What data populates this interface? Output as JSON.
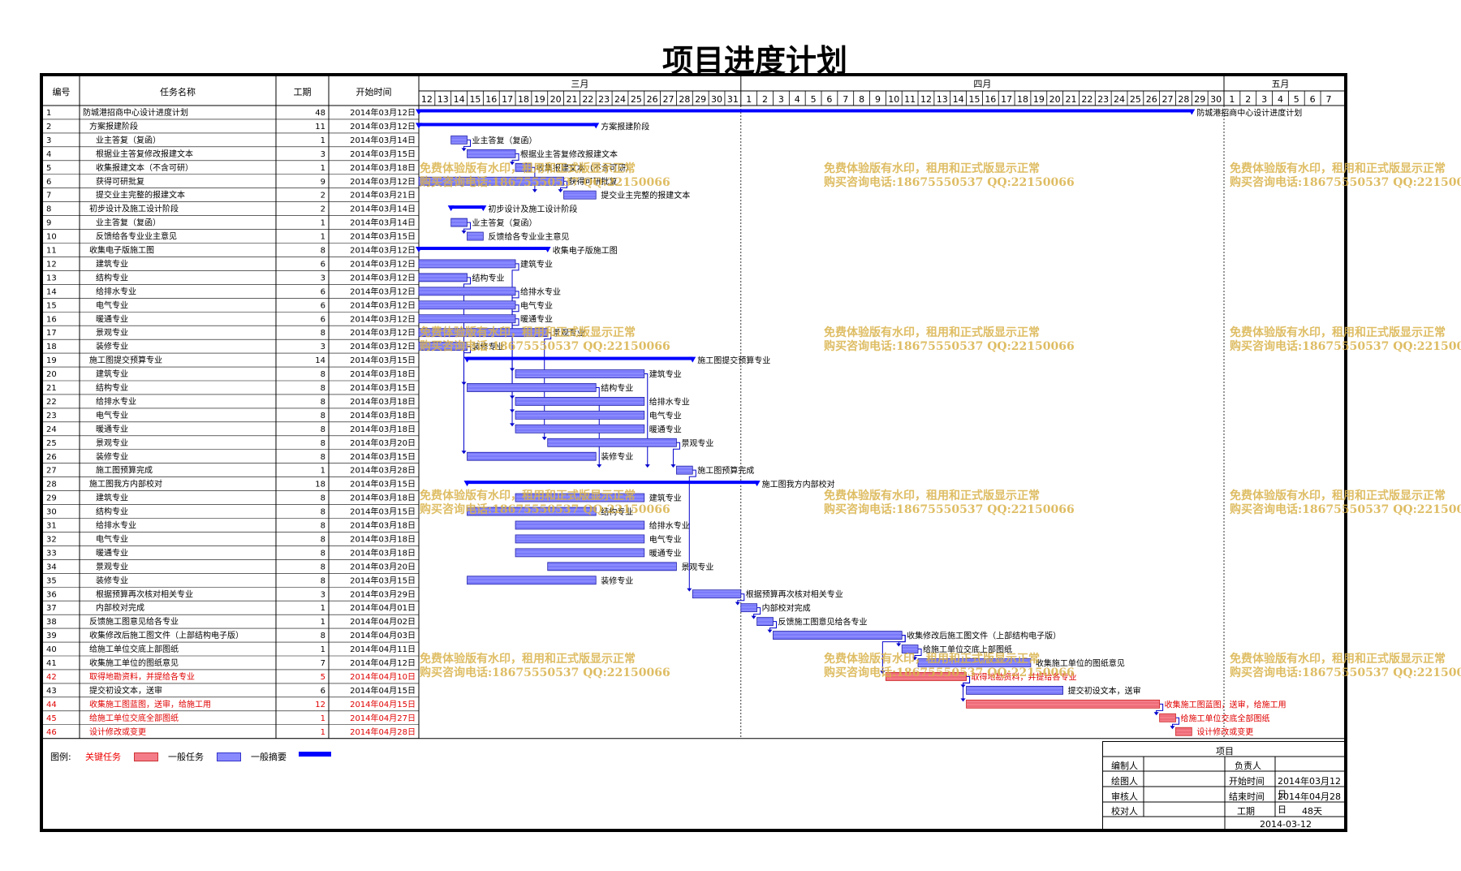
{
  "title": "项目进度计划",
  "table": {
    "headers": {
      "id": "编号",
      "name": "任务名称",
      "duration": "工期",
      "start": "开始时间"
    },
    "rows": [
      {
        "id": "1",
        "name": "防城港招商中心设计进度计划",
        "dur": "48",
        "start": "2014年03月12日",
        "indent": 0,
        "type": "summary"
      },
      {
        "id": "2",
        "name": "方案报建阶段",
        "dur": "11",
        "start": "2014年03月12日",
        "indent": 1,
        "type": "summary"
      },
      {
        "id": "3",
        "name": "业主答复（复函）",
        "dur": "1",
        "start": "2014年03月14日",
        "indent": 2,
        "type": "normal"
      },
      {
        "id": "4",
        "name": "根据业主答复修改报建文本",
        "dur": "3",
        "start": "2014年03月15日",
        "indent": 2,
        "type": "normal"
      },
      {
        "id": "5",
        "name": "收集报建文本（不含可研）",
        "dur": "1",
        "start": "2014年03月18日",
        "indent": 2,
        "type": "normal"
      },
      {
        "id": "6",
        "name": "获得可研批复",
        "dur": "9",
        "start": "2014年03月12日",
        "indent": 2,
        "type": "normal"
      },
      {
        "id": "7",
        "name": "提交业主完整的报建文本",
        "dur": "2",
        "start": "2014年03月21日",
        "indent": 2,
        "type": "normal"
      },
      {
        "id": "8",
        "name": "初步设计及施工设计阶段",
        "dur": "2",
        "start": "2014年03月14日",
        "indent": 1,
        "type": "summary"
      },
      {
        "id": "9",
        "name": "业主答复（复函）",
        "dur": "1",
        "start": "2014年03月14日",
        "indent": 2,
        "type": "normal"
      },
      {
        "id": "10",
        "name": "反馈给各专业业主意见",
        "dur": "1",
        "start": "2014年03月15日",
        "indent": 2,
        "type": "normal"
      },
      {
        "id": "11",
        "name": "收集电子版施工图",
        "dur": "8",
        "start": "2014年03月12日",
        "indent": 1,
        "type": "summary"
      },
      {
        "id": "12",
        "name": "建筑专业",
        "dur": "6",
        "start": "2014年03月12日",
        "indent": 2,
        "type": "normal"
      },
      {
        "id": "13",
        "name": "结构专业",
        "dur": "3",
        "start": "2014年03月12日",
        "indent": 2,
        "type": "normal"
      },
      {
        "id": "14",
        "name": "给排水专业",
        "dur": "6",
        "start": "2014年03月12日",
        "indent": 2,
        "type": "normal"
      },
      {
        "id": "15",
        "name": "电气专业",
        "dur": "6",
        "start": "2014年03月12日",
        "indent": 2,
        "type": "normal"
      },
      {
        "id": "16",
        "name": "暖通专业",
        "dur": "6",
        "start": "2014年03月12日",
        "indent": 2,
        "type": "normal"
      },
      {
        "id": "17",
        "name": "景观专业",
        "dur": "8",
        "start": "2014年03月12日",
        "indent": 2,
        "type": "normal"
      },
      {
        "id": "18",
        "name": "装修专业",
        "dur": "3",
        "start": "2014年03月12日",
        "indent": 2,
        "type": "normal"
      },
      {
        "id": "19",
        "name": "施工图提交预算专业",
        "dur": "14",
        "start": "2014年03月15日",
        "indent": 1,
        "type": "summary"
      },
      {
        "id": "20",
        "name": "建筑专业",
        "dur": "8",
        "start": "2014年03月18日",
        "indent": 2,
        "type": "normal"
      },
      {
        "id": "21",
        "name": "结构专业",
        "dur": "8",
        "start": "2014年03月15日",
        "indent": 2,
        "type": "normal"
      },
      {
        "id": "22",
        "name": "给排水专业",
        "dur": "8",
        "start": "2014年03月18日",
        "indent": 2,
        "type": "normal"
      },
      {
        "id": "23",
        "name": "电气专业",
        "dur": "8",
        "start": "2014年03月18日",
        "indent": 2,
        "type": "normal"
      },
      {
        "id": "24",
        "name": "暖通专业",
        "dur": "8",
        "start": "2014年03月18日",
        "indent": 2,
        "type": "normal"
      },
      {
        "id": "25",
        "name": "景观专业",
        "dur": "8",
        "start": "2014年03月20日",
        "indent": 2,
        "type": "normal"
      },
      {
        "id": "26",
        "name": "装修专业",
        "dur": "8",
        "start": "2014年03月15日",
        "indent": 2,
        "type": "normal"
      },
      {
        "id": "27",
        "name": "施工图预算完成",
        "dur": "1",
        "start": "2014年03月28日",
        "indent": 2,
        "type": "normal"
      },
      {
        "id": "28",
        "name": "施工图我方内部校对",
        "dur": "18",
        "start": "2014年03月15日",
        "indent": 1,
        "type": "summary"
      },
      {
        "id": "29",
        "name": "建筑专业",
        "dur": "8",
        "start": "2014年03月18日",
        "indent": 2,
        "type": "normal"
      },
      {
        "id": "30",
        "name": "结构专业",
        "dur": "8",
        "start": "2014年03月15日",
        "indent": 2,
        "type": "normal"
      },
      {
        "id": "31",
        "name": "给排水专业",
        "dur": "8",
        "start": "2014年03月18日",
        "indent": 2,
        "type": "normal"
      },
      {
        "id": "32",
        "name": "电气专业",
        "dur": "8",
        "start": "2014年03月18日",
        "indent": 2,
        "type": "normal"
      },
      {
        "id": "33",
        "name": "暖通专业",
        "dur": "8",
        "start": "2014年03月18日",
        "indent": 2,
        "type": "normal"
      },
      {
        "id": "34",
        "name": "景观专业",
        "dur": "8",
        "start": "2014年03月20日",
        "indent": 2,
        "type": "normal"
      },
      {
        "id": "35",
        "name": "装修专业",
        "dur": "8",
        "start": "2014年03月15日",
        "indent": 2,
        "type": "normal"
      },
      {
        "id": "36",
        "name": "根据预算再次核对相关专业",
        "dur": "3",
        "start": "2014年03月29日",
        "indent": 2,
        "type": "normal"
      },
      {
        "id": "37",
        "name": "内部校对完成",
        "dur": "1",
        "start": "2014年04月01日",
        "indent": 2,
        "type": "normal"
      },
      {
        "id": "38",
        "name": "反馈施工图意见给各专业",
        "dur": "1",
        "start": "2014年04月02日",
        "indent": 1,
        "type": "normal"
      },
      {
        "id": "39",
        "name": "收集修改后施工图文件（上部结构电子版）",
        "dur": "8",
        "start": "2014年04月03日",
        "indent": 1,
        "type": "normal"
      },
      {
        "id": "40",
        "name": "给施工单位交底上部图纸",
        "dur": "1",
        "start": "2014年04月11日",
        "indent": 1,
        "type": "normal"
      },
      {
        "id": "41",
        "name": "收集施工单位的图纸意见",
        "dur": "7",
        "start": "2014年04月12日",
        "indent": 1,
        "type": "normal"
      },
      {
        "id": "42",
        "name": "取得地勘资料，并提给各专业",
        "dur": "5",
        "start": "2014年04月10日",
        "indent": 1,
        "type": "critical"
      },
      {
        "id": "43",
        "name": "提交初设文本，送审",
        "dur": "6",
        "start": "2014年04月15日",
        "indent": 1,
        "type": "normal"
      },
      {
        "id": "44",
        "name": "收集施工图蓝图，送审，给施工用",
        "dur": "12",
        "start": "2014年04月15日",
        "indent": 1,
        "type": "critical"
      },
      {
        "id": "45",
        "name": "给施工单位交底全部图纸",
        "dur": "1",
        "start": "2014年04月27日",
        "indent": 1,
        "type": "critical"
      },
      {
        "id": "46",
        "name": "设计修改或变更",
        "dur": "1",
        "start": "2014年04月28日",
        "indent": 1,
        "type": "critical"
      }
    ]
  },
  "timeline": {
    "months": [
      {
        "label": "三月",
        "days": [
          "12",
          "13",
          "14",
          "15",
          "16",
          "17",
          "18",
          "19",
          "20",
          "21",
          "22",
          "23",
          "24",
          "25",
          "26",
          "27",
          "28",
          "29",
          "30",
          "31"
        ]
      },
      {
        "label": "四月",
        "days": [
          "1",
          "2",
          "3",
          "4",
          "5",
          "6",
          "7",
          "8",
          "9",
          "10",
          "11",
          "12",
          "13",
          "14",
          "15",
          "16",
          "17",
          "18",
          "19",
          "20",
          "21",
          "22",
          "23",
          "24",
          "25",
          "26",
          "27",
          "28",
          "29",
          "30"
        ]
      },
      {
        "label": "五月",
        "days": [
          "1",
          "2",
          "3",
          "4",
          "5",
          "6",
          "7"
        ]
      }
    ]
  },
  "chart_data": {
    "type": "table",
    "tasks": [
      {
        "id": 1,
        "label": "防城港招商中心设计进度计划",
        "start": "2014-03-12",
        "end": "2014-04-28",
        "type": "summary"
      },
      {
        "id": 2,
        "label": "方案报建阶段",
        "start": "2014-03-12",
        "end": "2014-03-22",
        "type": "summary"
      },
      {
        "id": 3,
        "label": "业主答复（复函）",
        "start": "2014-03-14",
        "end": "2014-03-14",
        "type": "normal"
      },
      {
        "id": 4,
        "label": "根据业主答复修改报建文本",
        "start": "2014-03-15",
        "end": "2014-03-17",
        "type": "normal"
      },
      {
        "id": 5,
        "label": "收集报建文本（不含可研）",
        "start": "2014-03-18",
        "end": "2014-03-18",
        "type": "normal"
      },
      {
        "id": 6,
        "label": "获得可研批复",
        "start": "2014-03-12",
        "end": "2014-03-20",
        "type": "normal"
      },
      {
        "id": 7,
        "label": "提交业主完整的报建文本",
        "start": "2014-03-21",
        "end": "2014-03-22",
        "type": "normal"
      },
      {
        "id": 8,
        "label": "初步设计及施工设计阶段",
        "start": "2014-03-14",
        "end": "2014-03-15",
        "type": "summary"
      },
      {
        "id": 9,
        "label": "业主答复（复函）",
        "start": "2014-03-14",
        "end": "2014-03-14",
        "type": "normal"
      },
      {
        "id": 10,
        "label": "反馈给各专业业主意见",
        "start": "2014-03-15",
        "end": "2014-03-15",
        "type": "normal"
      },
      {
        "id": 11,
        "label": "收集电子版施工图",
        "start": "2014-03-12",
        "end": "2014-03-19",
        "type": "summary"
      },
      {
        "id": 12,
        "label": "建筑专业",
        "start": "2014-03-12",
        "end": "2014-03-17",
        "type": "normal"
      },
      {
        "id": 13,
        "label": "结构专业",
        "start": "2014-03-12",
        "end": "2014-03-14",
        "type": "normal"
      },
      {
        "id": 14,
        "label": "给排水专业",
        "start": "2014-03-12",
        "end": "2014-03-17",
        "type": "normal"
      },
      {
        "id": 15,
        "label": "电气专业",
        "start": "2014-03-12",
        "end": "2014-03-17",
        "type": "normal"
      },
      {
        "id": 16,
        "label": "暖通专业",
        "start": "2014-03-12",
        "end": "2014-03-17",
        "type": "normal"
      },
      {
        "id": 17,
        "label": "景观专业",
        "start": "2014-03-12",
        "end": "2014-03-19",
        "type": "normal"
      },
      {
        "id": 18,
        "label": "装修专业",
        "start": "2014-03-12",
        "end": "2014-03-14",
        "type": "normal"
      },
      {
        "id": 19,
        "label": "施工图提交预算专业",
        "start": "2014-03-15",
        "end": "2014-03-28",
        "type": "summary"
      },
      {
        "id": 20,
        "label": "建筑专业",
        "start": "2014-03-18",
        "end": "2014-03-25",
        "type": "normal"
      },
      {
        "id": 21,
        "label": "结构专业",
        "start": "2014-03-15",
        "end": "2014-03-22",
        "type": "normal"
      },
      {
        "id": 22,
        "label": "给排水专业",
        "start": "2014-03-18",
        "end": "2014-03-25",
        "type": "normal"
      },
      {
        "id": 23,
        "label": "电气专业",
        "start": "2014-03-18",
        "end": "2014-03-25",
        "type": "normal"
      },
      {
        "id": 24,
        "label": "暖通专业",
        "start": "2014-03-18",
        "end": "2014-03-25",
        "type": "normal"
      },
      {
        "id": 25,
        "label": "景观专业",
        "start": "2014-03-20",
        "end": "2014-03-27",
        "type": "normal"
      },
      {
        "id": 26,
        "label": "装修专业",
        "start": "2014-03-15",
        "end": "2014-03-22",
        "type": "normal"
      },
      {
        "id": 27,
        "label": "施工图预算完成",
        "start": "2014-03-28",
        "end": "2014-03-28",
        "type": "normal"
      },
      {
        "id": 28,
        "label": "施工图我方内部校对",
        "start": "2014-03-15",
        "end": "2014-04-01",
        "type": "summary"
      },
      {
        "id": 29,
        "label": "建筑专业",
        "start": "2014-03-18",
        "end": "2014-03-25",
        "type": "normal"
      },
      {
        "id": 30,
        "label": "结构专业",
        "start": "2014-03-15",
        "end": "2014-03-22",
        "type": "normal"
      },
      {
        "id": 31,
        "label": "给排水专业",
        "start": "2014-03-18",
        "end": "2014-03-25",
        "type": "normal"
      },
      {
        "id": 32,
        "label": "电气专业",
        "start": "2014-03-18",
        "end": "2014-03-25",
        "type": "normal"
      },
      {
        "id": 33,
        "label": "暖通专业",
        "start": "2014-03-18",
        "end": "2014-03-25",
        "type": "normal"
      },
      {
        "id": 34,
        "label": "景观专业",
        "start": "2014-03-20",
        "end": "2014-03-27",
        "type": "normal"
      },
      {
        "id": 35,
        "label": "装修专业",
        "start": "2014-03-15",
        "end": "2014-03-22",
        "type": "normal"
      },
      {
        "id": 36,
        "label": "根据预算再次核对相关专业",
        "start": "2014-03-29",
        "end": "2014-03-31",
        "type": "normal"
      },
      {
        "id": 37,
        "label": "内部校对完成",
        "start": "2014-04-01",
        "end": "2014-04-01",
        "type": "normal"
      },
      {
        "id": 38,
        "label": "反馈施工图意见给各专业",
        "start": "2014-04-02",
        "end": "2014-04-02",
        "type": "normal"
      },
      {
        "id": 39,
        "label": "收集修改后施工图文件（上部结构电子版）",
        "start": "2014-04-03",
        "end": "2014-04-10",
        "type": "normal"
      },
      {
        "id": 40,
        "label": "给施工单位交底上部图纸",
        "start": "2014-04-11",
        "end": "2014-04-11",
        "type": "normal"
      },
      {
        "id": 41,
        "label": "收集施工单位的图纸意见",
        "start": "2014-04-12",
        "end": "2014-04-18",
        "type": "normal"
      },
      {
        "id": 42,
        "label": "取得地勘资料，并提给各专业",
        "start": "2014-04-10",
        "end": "2014-04-14",
        "type": "critical"
      },
      {
        "id": 43,
        "label": "提交初设文本，送审",
        "start": "2014-04-15",
        "end": "2014-04-20",
        "type": "normal"
      },
      {
        "id": 44,
        "label": "收集施工图蓝图，送审，给施工用",
        "start": "2014-04-15",
        "end": "2014-04-26",
        "type": "critical"
      },
      {
        "id": 45,
        "label": "给施工单位交底全部图纸",
        "start": "2014-04-27",
        "end": "2014-04-27",
        "type": "critical"
      },
      {
        "id": 46,
        "label": "设计修改或变更",
        "start": "2014-04-28",
        "end": "2014-04-28",
        "type": "critical"
      }
    ],
    "chart_labels": {
      "5": "收集报建文本（不含可研）",
      "18": "装修专业",
      "37": "内部校对完成",
      "39": "收集修改后施工图文件（上部结构电子版）",
      "40": "给施工单位交底上部图纸"
    },
    "colors": {
      "critical": "#f26d7d",
      "normal": "#8080ff",
      "summary": "#0000ff",
      "link": "#0000cc"
    }
  },
  "legend": {
    "prefix": "图例:",
    "critical": "关键任务",
    "normal": "一般任务",
    "summary": "一般摘要"
  },
  "info": {
    "project_label": "项目",
    "editor": "编制人",
    "owner": "负责人",
    "drawer": "绘图人",
    "start_label": "开始时间",
    "start_value": "2014年03月12日",
    "reviewer": "审核人",
    "end_label": "结束时间",
    "end_value": "2014年04月28日",
    "checker": "校对人",
    "duration_label": "工期",
    "duration_value": "48天",
    "date": "2014-03-12"
  },
  "watermark": {
    "line1": "免费体验版有水印，租用和正式版显示正常",
    "line2": "购买咨询电话:18675550537 QQ:22150066"
  }
}
